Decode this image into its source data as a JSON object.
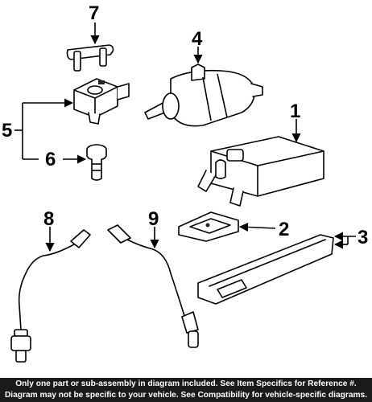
{
  "callouts": {
    "c1": "1",
    "c2": "2",
    "c3": "3",
    "c4": "4",
    "c5": "5",
    "c6": "6",
    "c7": "7",
    "c8": "8",
    "c9": "9"
  },
  "disclaimer": {
    "line1": "Only one part or sub-assembly in diagram included. See Item Specifics for Reference #.",
    "line2": "Diagram may not be specific to your vehicle. See Compatibility for vehicle-specific diagrams."
  }
}
